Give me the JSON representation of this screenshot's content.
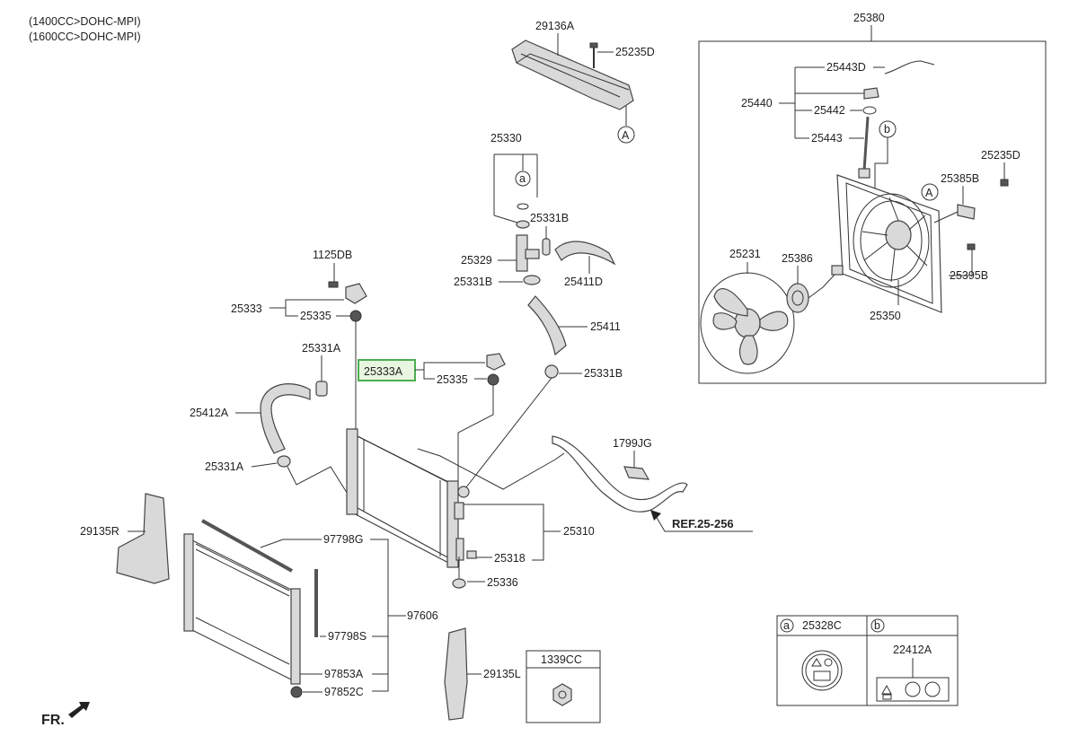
{
  "header": {
    "engine_line_1": "(1400CC>DOHC-MPI)",
    "engine_line_2": "(1600CC>DOHC-MPI)"
  },
  "labels": {
    "p29136A": "29136A",
    "p25235D_top": "25235D",
    "p25330": "25330",
    "p25331B_a": "25331B",
    "p25329": "25329",
    "p25331B_b": "25331B",
    "p25411D": "25411D",
    "p25411": "25411",
    "p25331B_c": "25331B",
    "p1125DB": "1125DB",
    "p25333": "25333",
    "p25335_a": "25335",
    "p25331A_a": "25331A",
    "p25333A": "25333A",
    "p25335_b": "25335",
    "p25412A": "25412A",
    "p25331A_b": "25331A",
    "p1799JG": "1799JG",
    "p29135R": "29135R",
    "p97798G": "97798G",
    "p25310": "25310",
    "p25318": "25318",
    "p25336": "25336",
    "p97606": "97606",
    "p97798S": "97798S",
    "p29135L": "29135L",
    "p97853A": "97853A",
    "p97852C": "97852C",
    "p1339CC": "1339CC",
    "p25380": "25380",
    "p25443D": "25443D",
    "p25440": "25440",
    "p25442": "25442",
    "p25443": "25443",
    "p25235D_fan": "25235D",
    "p25385B": "25385B",
    "p25231": "25231",
    "p25386": "25386",
    "p25395B": "25395B",
    "p25350": "25350",
    "ref": "REF.25-256",
    "fr": "FR.",
    "ref_a": "A",
    "ref_b": "b",
    "circle_a": "a"
  },
  "legend": {
    "a_letter": "a",
    "a_part": "25328C",
    "b_letter": "b",
    "b_part": "22412A"
  },
  "highlight": {
    "part": "25333A",
    "color": "#4caf50",
    "fill": "#e8f5e0"
  }
}
